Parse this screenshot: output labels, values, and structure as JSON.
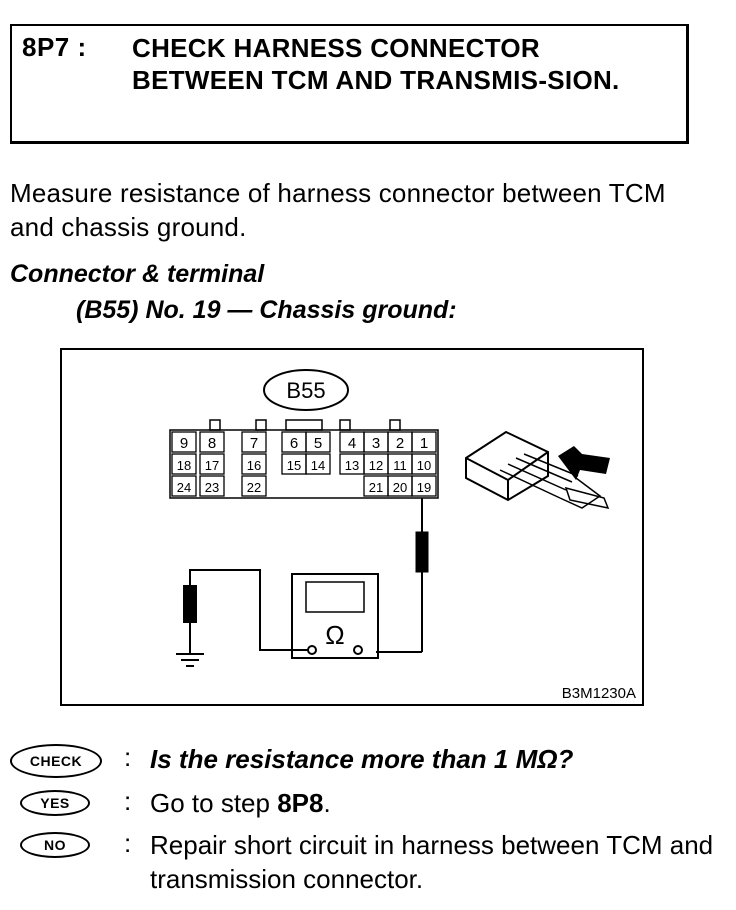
{
  "step": {
    "id": "8P7 :",
    "title": "CHECK HARNESS CONNECTOR BETWEEN TCM AND TRANSMIS-SION."
  },
  "instruction": "Measure resistance of harness connector between TCM and chassis ground.",
  "connector": {
    "heading": "Connector & terminal",
    "detail": "(B55) No. 19 — Chassis ground:"
  },
  "figure": {
    "connector_label": "B55",
    "row1": [
      "9",
      "8",
      "7",
      "6",
      "5",
      "4",
      "3",
      "2",
      "1"
    ],
    "row2": [
      "18",
      "17",
      "16",
      "15",
      "14",
      "13",
      "12",
      "11",
      "10"
    ],
    "row3": [
      "24",
      "23",
      "22",
      "21",
      "20",
      "19"
    ],
    "meter_symbol": "Ω",
    "figure_code": "B3M1230A"
  },
  "results": {
    "check": {
      "label": "CHECK",
      "text": "Is the resistance more than 1 MΩ?"
    },
    "yes": {
      "label": "YES",
      "prefix": "Go to step ",
      "step": "8P8",
      "suffix": "."
    },
    "no": {
      "label": "NO",
      "text": "Repair short circuit in harness between TCM and transmission connector."
    },
    "colon": ":"
  }
}
